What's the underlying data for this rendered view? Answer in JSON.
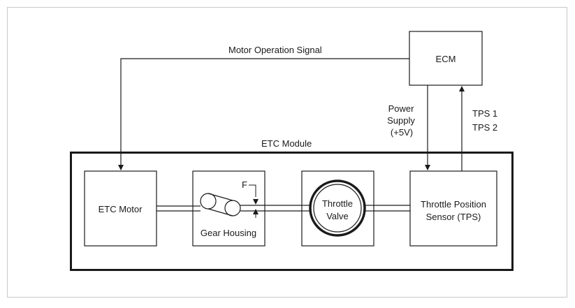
{
  "diagram": {
    "blocks": {
      "ecm": "ECM",
      "etc_module": "ETC Module",
      "etc_motor": "ETC Motor",
      "gear_housing": "Gear Housing",
      "throttle_valve_line1": "Throttle",
      "throttle_valve_line2": "Valve",
      "tps_line1": "Throttle Position",
      "tps_line2": "Sensor (TPS)"
    },
    "signals": {
      "motor_operation": "Motor Operation Signal",
      "power_supply_line1": "Power",
      "power_supply_line2": "Supply",
      "power_supply_line3": "(+5V)",
      "tps1": "TPS 1",
      "tps2": "TPS 2",
      "force_label": "F"
    }
  }
}
